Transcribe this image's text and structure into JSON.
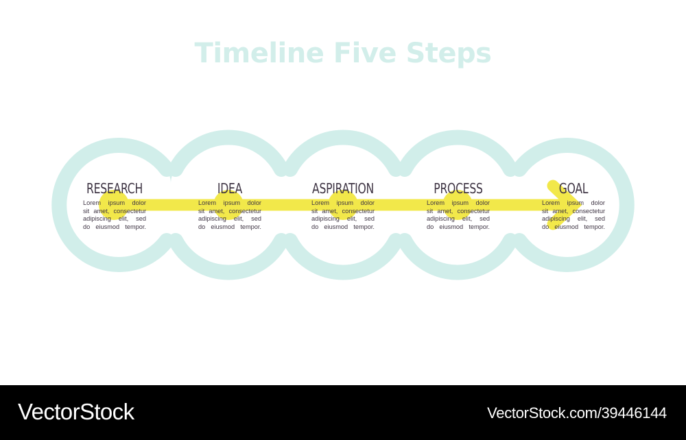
{
  "title": "Timeline Five Steps",
  "colors": {
    "title": "#d2eeea",
    "ring": "#d1eeea",
    "arrow": "#f2e84a",
    "text": "#3e3443",
    "footer_bg": "#000000",
    "footer_text": "#ffffff"
  },
  "steps": [
    {
      "heading": "RESEARCH",
      "body": [
        "Lorem ipsum dolor",
        "sit amet, consectetur",
        "adipiscing elit, sed",
        "do eiusmod tempor."
      ]
    },
    {
      "heading": "IDEA",
      "body": [
        "Lorem ipsum dolor",
        "sit amet, consectetur",
        "adipiscing elit, sed",
        "do eiusmod tempor."
      ]
    },
    {
      "heading": "ASPIRATION",
      "body": [
        "Lorem ipsum dolor",
        "sit amet, consectetur",
        "adipiscing elit, sed",
        "do eiusmod tempor."
      ]
    },
    {
      "heading": "PROCESS",
      "body": [
        "Lorem ipsum dolor",
        "sit amet, consectetur",
        "adipiscing elit, sed",
        "do eiusmod tempor."
      ]
    },
    {
      "heading": "GOAL",
      "body": [
        "Lorem ipsum dolor",
        "sit amet, consectetur",
        "adipiscing elit, sed",
        "do eiusmod tempor."
      ]
    }
  ],
  "footer": {
    "brand": "VectorStock",
    "image_id": "VectorStock.com/39446144"
  }
}
